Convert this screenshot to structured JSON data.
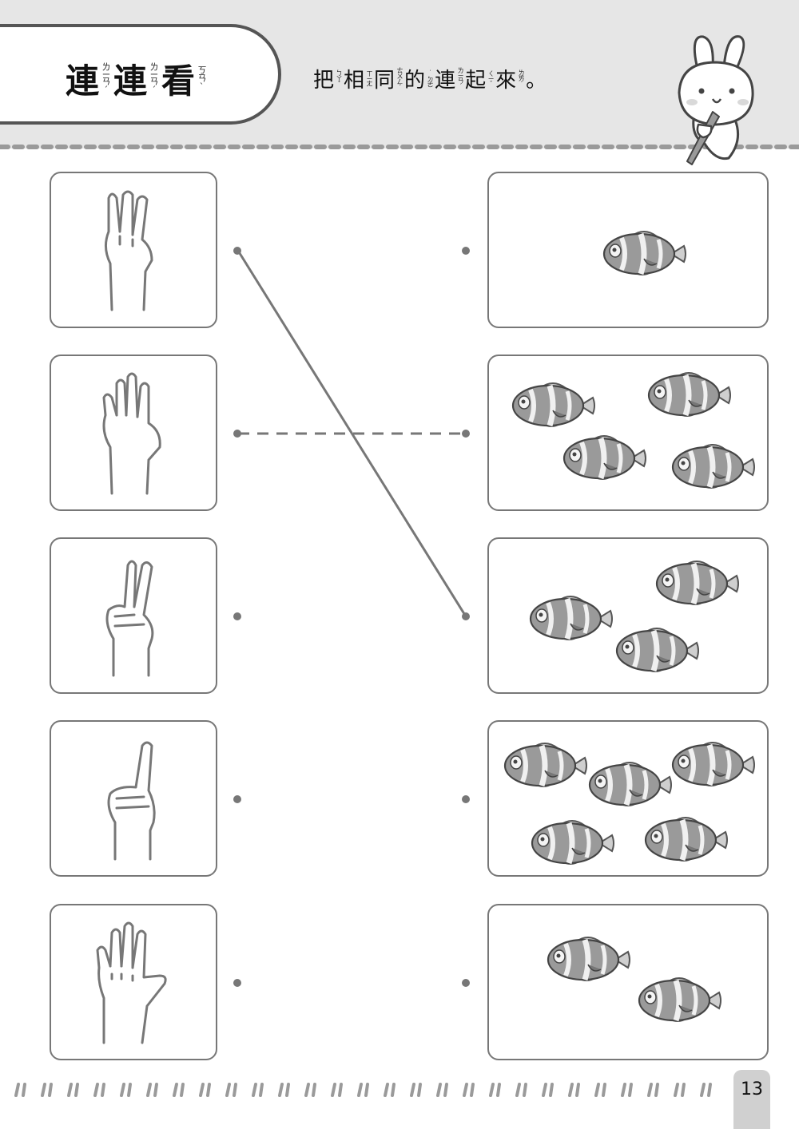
{
  "header": {
    "title": [
      {
        "char": "連",
        "zhuyin": "ㄌㄧㄢˊ"
      },
      {
        "char": "連",
        "zhuyin": "ㄌㄧㄢˊ"
      },
      {
        "char": "看",
        "zhuyin": "ㄎㄢˋ"
      }
    ],
    "instruction": [
      {
        "char": "把",
        "zhuyin": "ㄅㄚˇ"
      },
      {
        "char": "相",
        "zhuyin": "ㄒㄧㄤ"
      },
      {
        "char": "同",
        "zhuyin": "ㄊㄨㄥˊ"
      },
      {
        "char": "的",
        "zhuyin": "˙ㄉㄜ"
      },
      {
        "char": "連",
        "zhuyin": "ㄌㄧㄢˊ"
      },
      {
        "char": "起",
        "zhuyin": "ㄑㄧˇ"
      },
      {
        "char": "來",
        "zhuyin": "ㄌㄞˊ"
      },
      {
        "char": "。",
        "zhuyin": ""
      }
    ]
  },
  "left_column": [
    {
      "icon": "three-fingers-hand-icon",
      "fingers": 3
    },
    {
      "icon": "four-fingers-hand-icon",
      "fingers": 4
    },
    {
      "icon": "two-fingers-hand-icon",
      "fingers": 2
    },
    {
      "icon": "one-finger-hand-icon",
      "fingers": 1
    },
    {
      "icon": "five-fingers-hand-icon",
      "fingers": 5
    }
  ],
  "right_column": [
    {
      "icon": "clownfish-icon",
      "fish_count": 1
    },
    {
      "icon": "clownfish-icon",
      "fish_count": 4
    },
    {
      "icon": "clownfish-icon",
      "fish_count": 3
    },
    {
      "icon": "clownfish-icon",
      "fish_count": 5
    },
    {
      "icon": "clownfish-icon",
      "fish_count": 2
    }
  ],
  "example_connections": [
    {
      "from_row": 1,
      "to_row": 3,
      "style": "solid"
    },
    {
      "from_row": 2,
      "to_row": 2,
      "style": "dashed"
    }
  ],
  "mascot": {
    "icon": "bunny-with-pencil-icon"
  },
  "page_number": "13"
}
